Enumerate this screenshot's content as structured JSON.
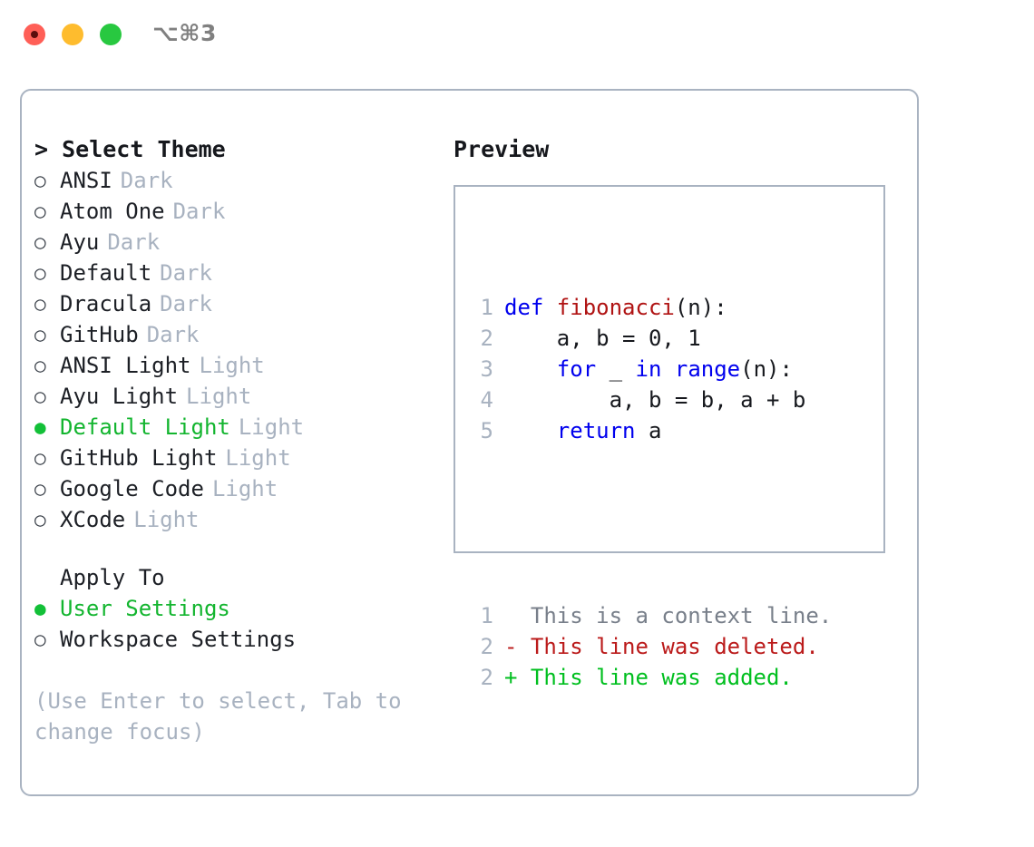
{
  "window": {
    "title": "⌥⌘3",
    "traffic_lights": [
      "close-button",
      "minimize-button",
      "zoom-button"
    ],
    "colors": {
      "red": "#ff5f57",
      "yellow": "#febc2e",
      "green": "#28c840",
      "border": "#a9b3c1",
      "accent_green": "#13b52f",
      "muted": "#a8b2c0"
    }
  },
  "left": {
    "heading": "> Select Theme",
    "themes": [
      {
        "bullet": "○",
        "selected": false,
        "name": "ANSI",
        "tag": "Dark"
      },
      {
        "bullet": "○",
        "selected": false,
        "name": "Atom One",
        "tag": "Dark"
      },
      {
        "bullet": "○",
        "selected": false,
        "name": "Ayu",
        "tag": "Dark"
      },
      {
        "bullet": "○",
        "selected": false,
        "name": "Default",
        "tag": "Dark"
      },
      {
        "bullet": "○",
        "selected": false,
        "name": "Dracula",
        "tag": "Dark"
      },
      {
        "bullet": "○",
        "selected": false,
        "name": "GitHub",
        "tag": "Dark"
      },
      {
        "bullet": "○",
        "selected": false,
        "name": "ANSI Light",
        "tag": "Light"
      },
      {
        "bullet": "○",
        "selected": false,
        "name": "Ayu Light",
        "tag": "Light"
      },
      {
        "bullet": "●",
        "selected": true,
        "name": "Default Light",
        "tag": "Light"
      },
      {
        "bullet": "○",
        "selected": false,
        "name": "GitHub Light",
        "tag": "Light"
      },
      {
        "bullet": "○",
        "selected": false,
        "name": "Google Code",
        "tag": "Light"
      },
      {
        "bullet": "○",
        "selected": false,
        "name": "XCode",
        "tag": "Light"
      }
    ],
    "apply_to": {
      "label": "Apply To",
      "options": [
        {
          "bullet": "●",
          "selected": true,
          "name": "User Settings"
        },
        {
          "bullet": "○",
          "selected": false,
          "name": "Workspace Settings"
        }
      ]
    },
    "hint": "(Use Enter to select, Tab to change focus)"
  },
  "right": {
    "title": "Preview",
    "code_lines": [
      {
        "num": "1",
        "tokens": [
          {
            "t": "def ",
            "c": "kw"
          },
          {
            "t": "fibonacci",
            "c": "fn"
          },
          {
            "t": "(n):",
            "c": "pln"
          }
        ]
      },
      {
        "num": "2",
        "tokens": [
          {
            "t": "    a, b = 0, 1",
            "c": "pln"
          }
        ]
      },
      {
        "num": "3",
        "tokens": [
          {
            "t": "    ",
            "c": "pln"
          },
          {
            "t": "for",
            "c": "kw"
          },
          {
            "t": " _ ",
            "c": "pln"
          },
          {
            "t": "in",
            "c": "kw"
          },
          {
            "t": " ",
            "c": "pln"
          },
          {
            "t": "range",
            "c": "kw"
          },
          {
            "t": "(n):",
            "c": "pln"
          }
        ]
      },
      {
        "num": "4",
        "tokens": [
          {
            "t": "        a, b = b, a + b",
            "c": "pln"
          }
        ]
      },
      {
        "num": "5",
        "tokens": [
          {
            "t": "    ",
            "c": "pln"
          },
          {
            "t": "return",
            "c": "kw"
          },
          {
            "t": " a",
            "c": "pln"
          }
        ]
      }
    ],
    "diff_lines": [
      {
        "num": "1",
        "marker": " ",
        "text": "  This is a context line.",
        "kind": "ctx"
      },
      {
        "num": "2",
        "marker": " ",
        "text": "- This line was deleted.",
        "kind": "del"
      },
      {
        "num": "2",
        "marker": " ",
        "text": "+ This line was added.",
        "kind": "add"
      }
    ]
  }
}
